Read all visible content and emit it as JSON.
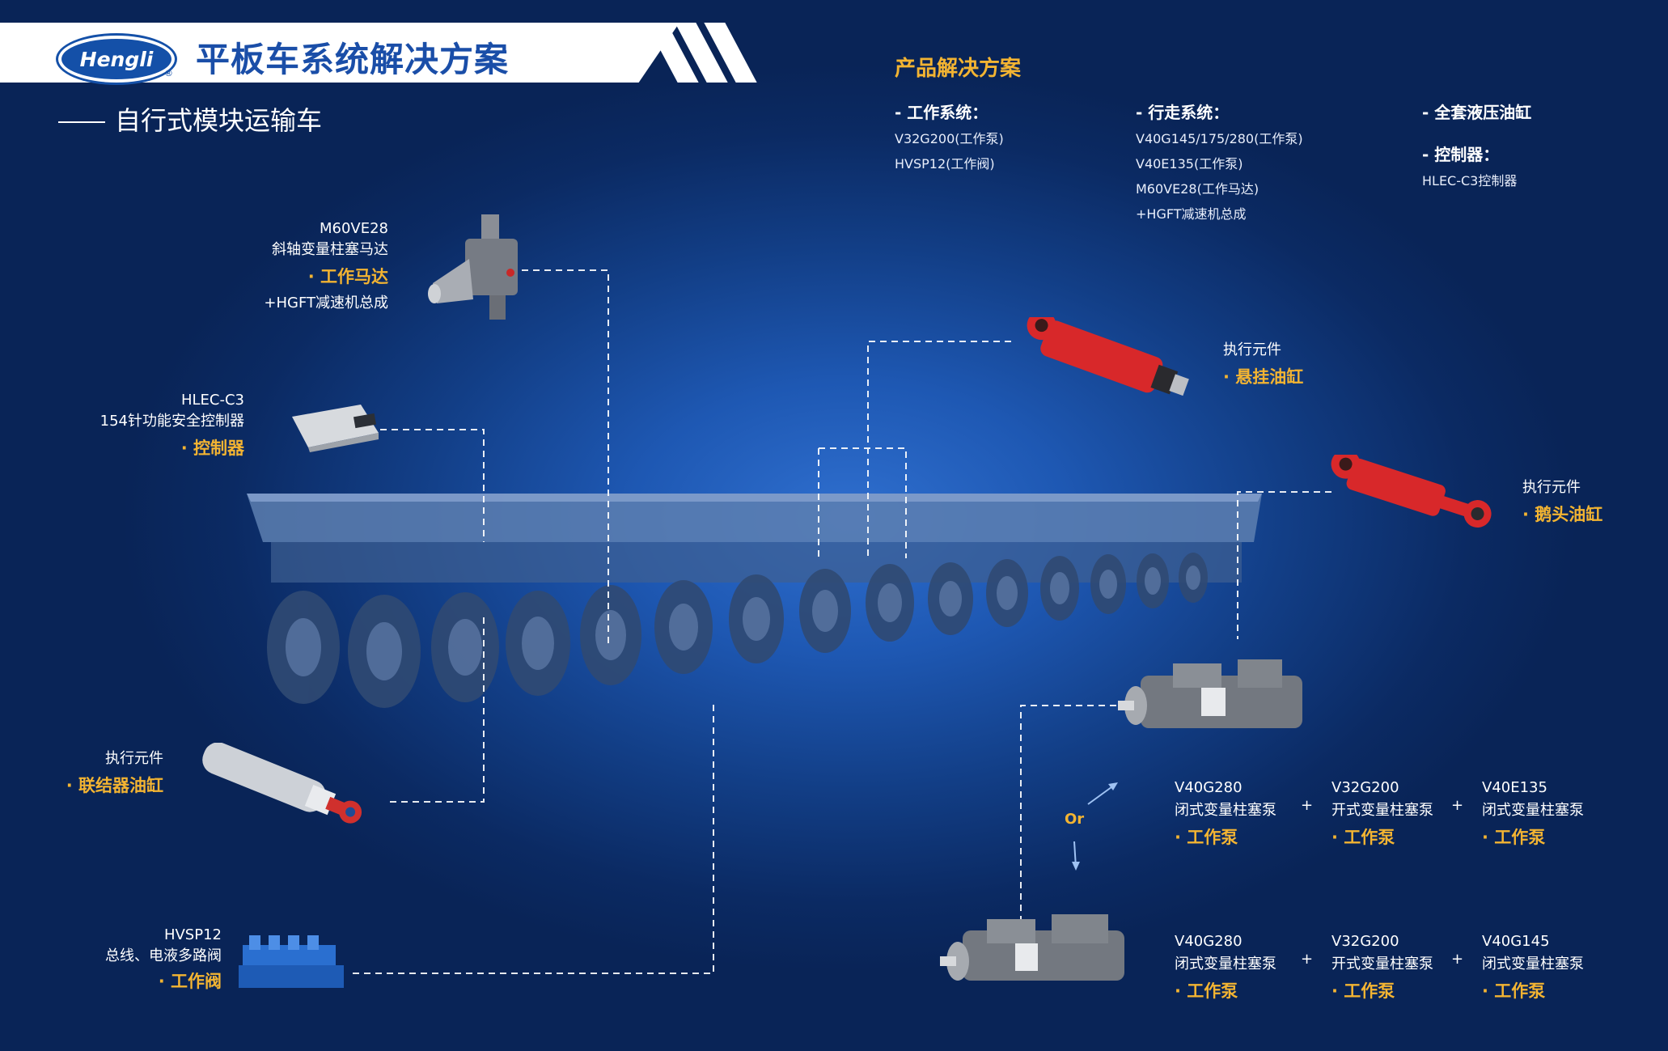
{
  "header": {
    "logo_text": "Hengli",
    "logo_reg": "®",
    "title": "平板车系统解决方案",
    "subtitle": "自行式模块运输车"
  },
  "product_solution": {
    "title": "产品解决方案",
    "work_system": {
      "head": "- 工作系统：",
      "items": [
        "V32G200(工作泵)",
        "HVSP12(工作阀)"
      ]
    },
    "travel_system": {
      "head": "- 行走系统：",
      "items": [
        "V40G145/175/280(工作泵)",
        "V40E135(工作泵)",
        "M60VE28(工作马达)",
        "+HGFT减速机总成"
      ]
    },
    "full_set": {
      "head": "- 全套液压油缸"
    },
    "controller": {
      "head": "- 控制器：",
      "items": [
        "HLEC-C3控制器"
      ]
    }
  },
  "components": {
    "motor": {
      "model": "M60VE28",
      "desc": "斜轴变量柱塞马达",
      "type": "· 工作马达",
      "extra": "+HGFT减速机总成"
    },
    "controller": {
      "model": "HLEC-C3",
      "desc": "154针功能安全控制器",
      "type": "· 控制器"
    },
    "coupler_cyl": {
      "category": "执行元件",
      "type": "· 联结器油缸"
    },
    "valve": {
      "model": "HVSP12",
      "desc": "总线、电液多路阀",
      "type": "· 工作阀"
    },
    "suspension_cyl": {
      "category": "执行元件",
      "type": "· 悬挂油缸"
    },
    "gooseneck_cyl": {
      "category": "执行元件",
      "type": "· 鹅头油缸"
    }
  },
  "pump_options": {
    "or_label": "Or",
    "plus": "+",
    "row1": [
      {
        "model": "V40G280",
        "desc": "闭式变量柱塞泵",
        "type": "· 工作泵"
      },
      {
        "model": "V32G200",
        "desc": "开式变量柱塞泵",
        "type": "· 工作泵"
      },
      {
        "model": "V40E135",
        "desc": "闭式变量柱塞泵",
        "type": "· 工作泵"
      }
    ],
    "row2": [
      {
        "model": "V40G280",
        "desc": "闭式变量柱塞泵",
        "type": "· 工作泵"
      },
      {
        "model": "V32G200",
        "desc": "开式变量柱塞泵",
        "type": "· 工作泵"
      },
      {
        "model": "V40G145",
        "desc": "闭式变量柱塞泵",
        "type": "· 工作泵"
      }
    ]
  },
  "colors": {
    "accent": "#f3b432",
    "brand": "#1a4ea8",
    "cylinder_red": "#d8282a"
  }
}
